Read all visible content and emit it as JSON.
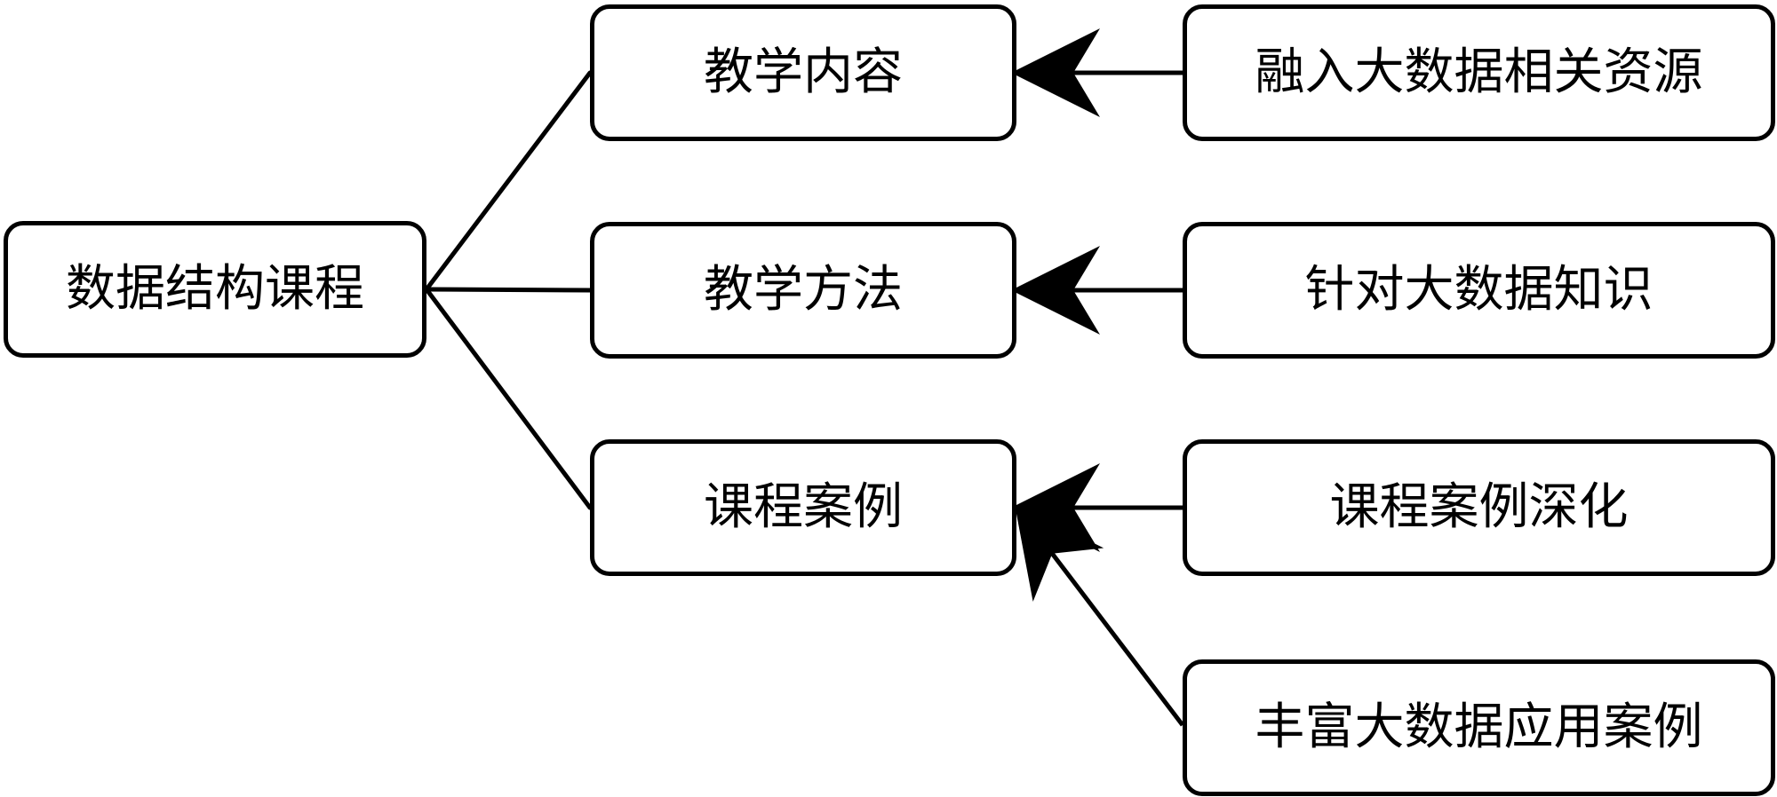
{
  "diagram": {
    "root": {
      "label": "数据结构课程"
    },
    "branches": [
      {
        "label": "教学内容"
      },
      {
        "label": "教学方法"
      },
      {
        "label": "课程案例"
      }
    ],
    "sources": [
      {
        "label": "融入大数据相关资源"
      },
      {
        "label": "针对大数据知识"
      },
      {
        "label": "课程案例深化"
      },
      {
        "label": "丰富大数据应用案例"
      }
    ],
    "colors": {
      "stroke": "#000000",
      "fill": "#ffffff",
      "text": "#000000"
    }
  }
}
